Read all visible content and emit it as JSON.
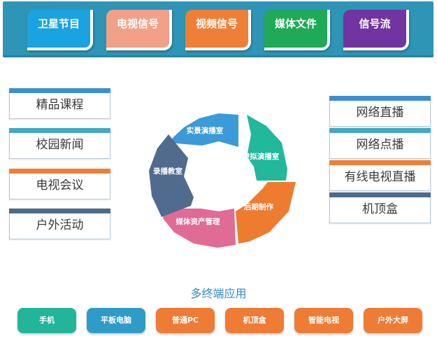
{
  "colors": {
    "top_bar": "#2e95b6",
    "blue": "#1aa3e0",
    "salmon": "#f2a087",
    "orange": "#ef7f36",
    "green": "#1eaa57",
    "purple": "#7134a0",
    "left_stripe_blue": "#3a8fd4",
    "teal_stripe": "#3fa9c8",
    "slate": "#4d6a8c",
    "ring_blue": "#3b9ad8",
    "ring_teal": "#21b89b",
    "ring_orange": "#ee7c2f",
    "ring_pink": "#e06b95",
    "ring_slate": "#506b8e",
    "term_teal": "#22b59a",
    "term_blue": "#2e9cc7",
    "term_orange": "#ee7c35",
    "title_blue": "#2f8ec9"
  },
  "source_tabs": [
    {
      "label": "卫星节目"
    },
    {
      "label": "电视信号"
    },
    {
      "label": "视频信号"
    },
    {
      "label": "媒体文件"
    },
    {
      "label": "信号流"
    }
  ],
  "left_items": [
    {
      "label": "精品课程"
    },
    {
      "label": "校园新闻"
    },
    {
      "label": "电视会议"
    },
    {
      "label": "户外活动"
    }
  ],
  "right_items": [
    {
      "label": "网络直播"
    },
    {
      "label": "网络点播"
    },
    {
      "label": "有线电视直播"
    },
    {
      "label": "机顶盒"
    }
  ],
  "ring_segments": [
    {
      "label": "实景演播室"
    },
    {
      "label": "虚拟演播室"
    },
    {
      "label": "后期制作"
    },
    {
      "label": "媒体资产管理"
    },
    {
      "label": "录播教室"
    }
  ],
  "multi_terminal": {
    "title": "多终端应用",
    "buttons": [
      {
        "label": "手机"
      },
      {
        "label": "平板电脑"
      },
      {
        "label": "普通PC"
      },
      {
        "label": "机顶盒"
      },
      {
        "label": "智能电视"
      },
      {
        "label": "户外大屏"
      }
    ]
  }
}
